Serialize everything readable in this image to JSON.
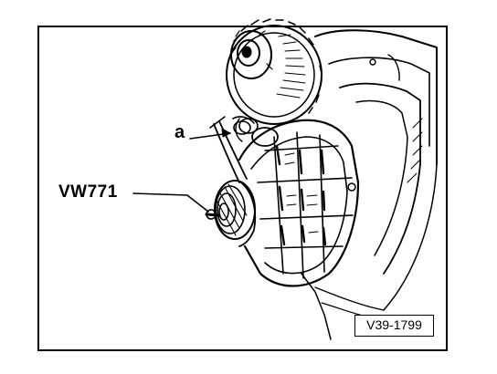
{
  "figure": {
    "labels": {
      "callout_a": "a",
      "tool": "VW771"
    },
    "reference_code": "V39-1799"
  },
  "colors": {
    "line": "#000000",
    "background": "#ffffff"
  }
}
